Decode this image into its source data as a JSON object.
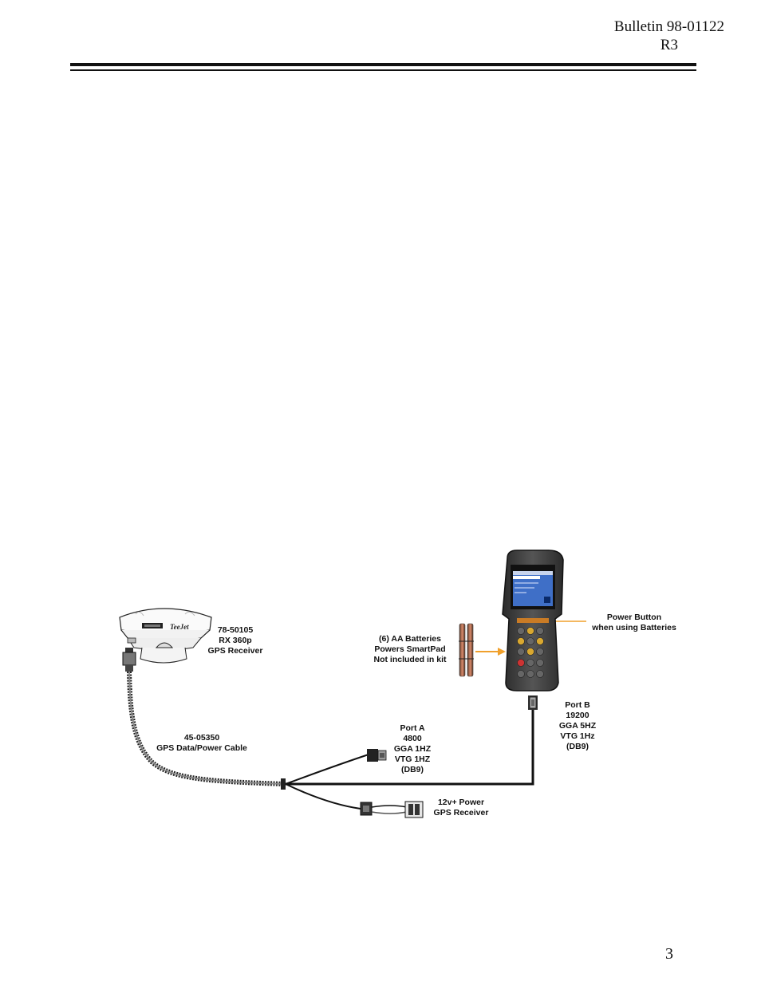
{
  "header": {
    "line1": "Bulletin 98-01122",
    "line2": "R3"
  },
  "page_number": "3",
  "receiver": {
    "brand": "TeeJet",
    "part": "78-50105",
    "model": "RX 360p",
    "desc": "GPS Receiver"
  },
  "cable": {
    "part": "45-05350",
    "desc": "GPS Data/Power Cable"
  },
  "batteries": {
    "line1": "(6) AA Batteries",
    "line2": "Powers SmartPad",
    "line3": "Not included in kit"
  },
  "power_button": {
    "line1": "Power Button",
    "line2": "when using Batteries"
  },
  "port_a": {
    "name": "Port A",
    "baud": "4800",
    "gga": "GGA 1HZ",
    "vtg": "VTG 1HZ",
    "conn": "(DB9)"
  },
  "port_b": {
    "name": "Port B",
    "baud": "19200",
    "gga": "GGA 5HZ",
    "vtg": "VTG 1Hz",
    "conn": "(DB9)"
  },
  "power": {
    "line1": "12v+ Power",
    "line2": "GPS Receiver"
  },
  "colors": {
    "arrow": "#f0a02c",
    "screen": "#3f6fc7",
    "ink": "#111111"
  }
}
